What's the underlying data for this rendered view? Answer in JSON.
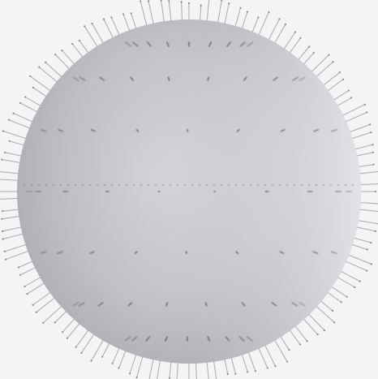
{
  "figure": {
    "subject": "sphere-with-radial-spines-and-surface-markers",
    "colors": {
      "background": "#f4f3f5",
      "sphere_shadow": "#aaa8ad",
      "sphere_highlight": "#ebe9ee",
      "spine": "#6e6c72",
      "marker": "#555359"
    },
    "counts": {
      "outer_spines": 120,
      "surface_latitude_rings": 7,
      "markers_per_ring": 18
    }
  }
}
